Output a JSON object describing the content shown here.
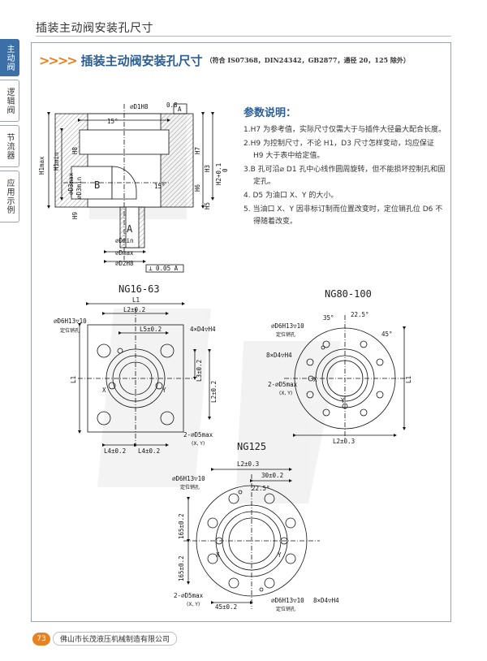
{
  "page": {
    "top_title": "插装主动阀安装孔尺寸",
    "heading": "插装主动阀安装孔尺寸",
    "heading_sub": "（符合 IS07368，DIN24342，GB2877，通径 20，125 除外）",
    "page_number": "73",
    "company": "佛山市长茂液压机械制造有限公司"
  },
  "side_tabs": [
    "主动阀",
    "逻辑阀",
    "节流器",
    "应用示例"
  ],
  "params": {
    "title": "参数说明：",
    "items": [
      "1.H7 为参考值，实际尺寸仅需大于与插件大径最大配合长度。",
      "2.H9 为控制尺寸，不论 H1，D3 尺寸怎样变动，均应保证 H9 大于表中给定值。",
      "3.B 孔可沿⌀ D1 孔中心线作圆周旋转，但不能损坏控制孔和固定孔。",
      "4. D5 为油口 X、Y 的大小。",
      "5. 当油口 X、Y 因非标订制而位置改变时，定位销孔位 D6 不得随着改变。"
    ]
  },
  "section": {
    "dims": {
      "d1h8": "⌀D1H8",
      "flat": "0.8",
      "datum_a": "A",
      "angle15": "15°",
      "angle15b": "15°",
      "h1max": "H1max",
      "h1min": "H1min",
      "h8": "H8",
      "h7": "H7",
      "h3": "H3",
      "h2": "H2+0.1",
      "h2b": "0",
      "h6": "H6",
      "h5": "H5",
      "h9": "H9",
      "d3max": "⌀D3max",
      "d3min": "⌀D3min",
      "b": "B",
      "a": "A",
      "dmin": "⌀Dmin",
      "dmax": "⌀Dmax",
      "d2h8": "⌀D2H8",
      "tol": "⊥ 0.05 A"
    }
  },
  "ng16": {
    "title": "NG16-63",
    "l1": "L1",
    "l2": "L2±0.2",
    "l5": "L5±0.2",
    "bolt": "4×D4▽H4",
    "pin": "⌀D6H13▽10",
    "pin_cn": "定位销孔",
    "l3": "L3±0.2",
    "l2v": "L2±0.2",
    "l1v": "L1",
    "x": "X",
    "y": "Y",
    "d5": "2-⌀D5max",
    "xy": "(X, Y)",
    "l4a": "L4±0.2",
    "l4b": "L4±0.2"
  },
  "ng80": {
    "title": "NG80-100",
    "pin": "⌀D6H13▽10",
    "pin_cn": "定位销孔",
    "bolt": "8×D4▽H4",
    "d5": "2-⌀D5max",
    "xy": "(X, Y)",
    "a35": "35°",
    "a225": "22.5°",
    "a45": "45°",
    "l1": "L1",
    "l2": "L2±0.3",
    "x": "X",
    "y": "Y"
  },
  "ng125": {
    "title": "NG125",
    "l2": "L2±0.3",
    "d30": "30±0.2",
    "pin": "⌀D6H13▽10",
    "pin_cn": "定位销孔",
    "a225": "22.5°",
    "d165a": "165±0.2",
    "d165b": "165±0.2",
    "d5": "2-⌀D5max",
    "xy": "(X, Y)",
    "d45": "45±0.2",
    "pin2": "⌀D6H13▽10",
    "pin2_cn": "定位销孔",
    "bolt": "8×D4▽H4",
    "x": "X",
    "y": "Y"
  }
}
